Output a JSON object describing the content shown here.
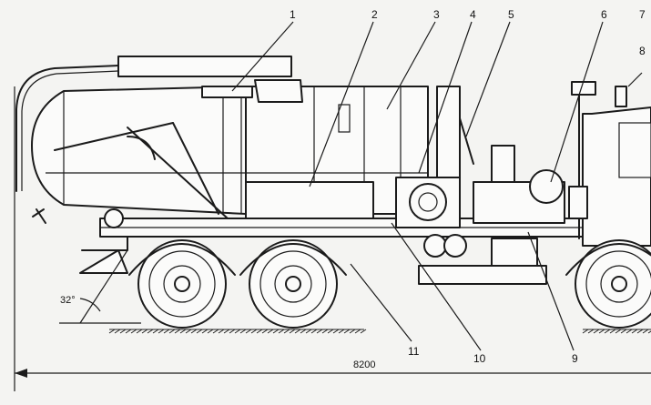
{
  "diagram": {
    "callouts": [
      "1",
      "2",
      "3",
      "4",
      "5",
      "6",
      "7",
      "8",
      "9",
      "10",
      "11"
    ],
    "angle_label": "32°",
    "dimension_label": "8200",
    "colors": {
      "ink": "#1b1b1b",
      "paper": "#f4f4f2"
    }
  }
}
